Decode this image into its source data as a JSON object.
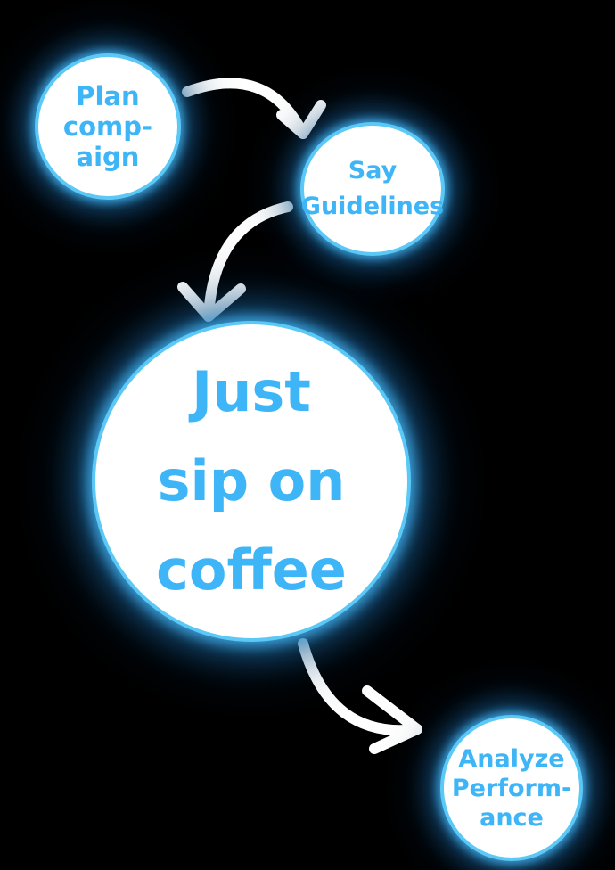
{
  "diagram": {
    "background_color": "#000000",
    "node_fill_color": "#ffffff",
    "text_color": "#3eb5f7",
    "glow_color": "#5cc8f5",
    "arrow_color": "#ffffff",
    "nodes": [
      {
        "id": "plan",
        "lines": [
          "Plan",
          "comp-",
          "aign"
        ]
      },
      {
        "id": "say",
        "lines": [
          "Say",
          "Guidelines"
        ]
      },
      {
        "id": "just",
        "lines": [
          "Just",
          "sip on",
          "coffee"
        ]
      },
      {
        "id": "analyze",
        "lines": [
          "Analyze",
          "Perform-",
          "ance"
        ]
      }
    ],
    "edges": [
      {
        "from": "plan",
        "to": "say"
      },
      {
        "from": "say",
        "to": "just"
      },
      {
        "from": "just",
        "to": "analyze"
      }
    ]
  }
}
